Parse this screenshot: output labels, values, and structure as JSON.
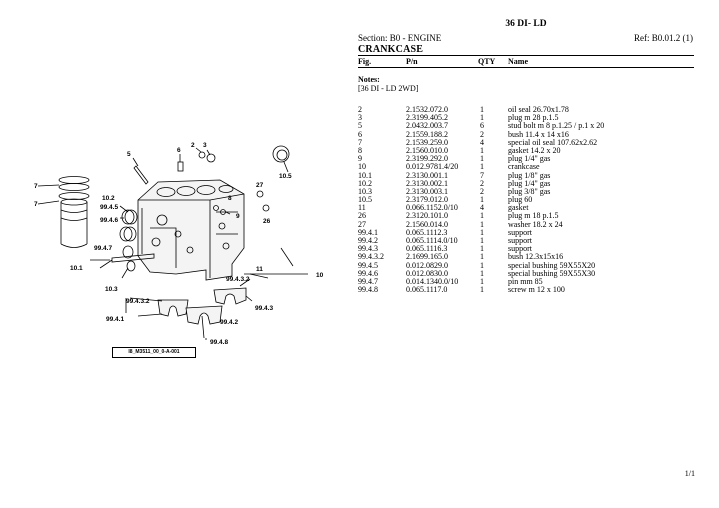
{
  "header": {
    "title": "36 DI- LD",
    "section": "Section: B0 - ENGINE",
    "ref": "Ref: B0.01.2 (1)",
    "subtitle": "CRANKCASE"
  },
  "columns": {
    "fig": "Fig.",
    "pn": "P/n",
    "qty": "QTY",
    "name": "Name"
  },
  "notes": {
    "label": "Notes:",
    "text": "[36 DI - LD 2WD]"
  },
  "parts": [
    {
      "fig": "2",
      "pn": "2.1532.072.0",
      "qty": "1",
      "name": "oil seal 26.70x1.78"
    },
    {
      "fig": "3",
      "pn": "2.3199.405.2",
      "qty": "1",
      "name": "plug m 28 p.1.5"
    },
    {
      "fig": "5",
      "pn": "2.0432.003.7",
      "qty": "6",
      "name": "stud bolt m 8 p.1.25 / p.1 x 20"
    },
    {
      "fig": "6",
      "pn": "2.1559.188.2",
      "qty": "2",
      "name": "bush 11.4 x 14 x16"
    },
    {
      "fig": "7",
      "pn": "2.1539.259.0",
      "qty": "4",
      "name": "special oil seal 107.62x2.62"
    },
    {
      "fig": "8",
      "pn": "2.1560.010.0",
      "qty": "1",
      "name": "gasket 14.2 x 20"
    },
    {
      "fig": "9",
      "pn": "2.3199.292.0",
      "qty": "1",
      "name": "plug 1/4\" gas"
    },
    {
      "fig": "10",
      "pn": "0.012.9781.4/20",
      "qty": "1",
      "name": "crankcase"
    },
    {
      "fig": "10.1",
      "pn": "2.3130.001.1",
      "qty": "7",
      "name": "plug 1/8\" gas"
    },
    {
      "fig": "10.2",
      "pn": "2.3130.002.1",
      "qty": "2",
      "name": "plug 1/4\" gas"
    },
    {
      "fig": "10.3",
      "pn": "2.3130.003.1",
      "qty": "2",
      "name": "plug 3/8\" gas"
    },
    {
      "fig": "10.5",
      "pn": "2.3179.012.0",
      "qty": "1",
      "name": "plug 60"
    },
    {
      "fig": "11",
      "pn": "0.066.1152.0/10",
      "qty": "4",
      "name": "gasket"
    },
    {
      "fig": "26",
      "pn": "2.3120.101.0",
      "qty": "1",
      "name": "plug m 18 p.1.5"
    },
    {
      "fig": "27",
      "pn": "2.1560.014.0",
      "qty": "1",
      "name": "washer 18.2 x 24"
    },
    {
      "fig": "99.4.1",
      "pn": "0.065.1112.3",
      "qty": "1",
      "name": "support"
    },
    {
      "fig": "99.4.2",
      "pn": "0.065.1114.0/10",
      "qty": "1",
      "name": "support"
    },
    {
      "fig": "99.4.3",
      "pn": "0.065.1116.3",
      "qty": "1",
      "name": "support"
    },
    {
      "fig": "99.4.3.2",
      "pn": "2.1699.165.0",
      "qty": "1",
      "name": "bush 12.3x15x16"
    },
    {
      "fig": "99.4.5",
      "pn": "0.012.0829.0",
      "qty": "1",
      "name": "special bushing 59X55X20"
    },
    {
      "fig": "99.4.6",
      "pn": "0.012.0830.0",
      "qty": "1",
      "name": "special bushing 59X55X30"
    },
    {
      "fig": "99.4.7",
      "pn": "0.014.1340.0/10",
      "qty": "1",
      "name": "pin mm 85"
    },
    {
      "fig": "99.4.8",
      "pn": "0.065.1117.0",
      "qty": "1",
      "name": "screw m 12 x 100"
    }
  ],
  "diagram": {
    "image_id": "I8_M3511_00_0-A-001",
    "callouts": {
      "c2": "2",
      "c3": "3",
      "c5": "5",
      "c6": "6",
      "c7a": "7",
      "c7b": "7",
      "c8": "8",
      "c9": "9",
      "c10": "10",
      "c10_1": "10.1",
      "c10_2": "10.2",
      "c10_3": "10.3",
      "c10_5": "10.5",
      "c11": "11",
      "c26": "26",
      "c27": "27",
      "c99_4_1": "99.4.1",
      "c99_4_2": "99.4.2",
      "c99_4_3": "99.4.3",
      "c99_4_3_2a": "99.4.3.2",
      "c99_4_3_2b": "99.4.3.2",
      "c99_4_5": "99.4.5",
      "c99_4_6": "99.4.6",
      "c99_4_7": "99.4.7",
      "c99_4_8": "99.4.8"
    }
  },
  "footer": {
    "page": "1/1"
  }
}
